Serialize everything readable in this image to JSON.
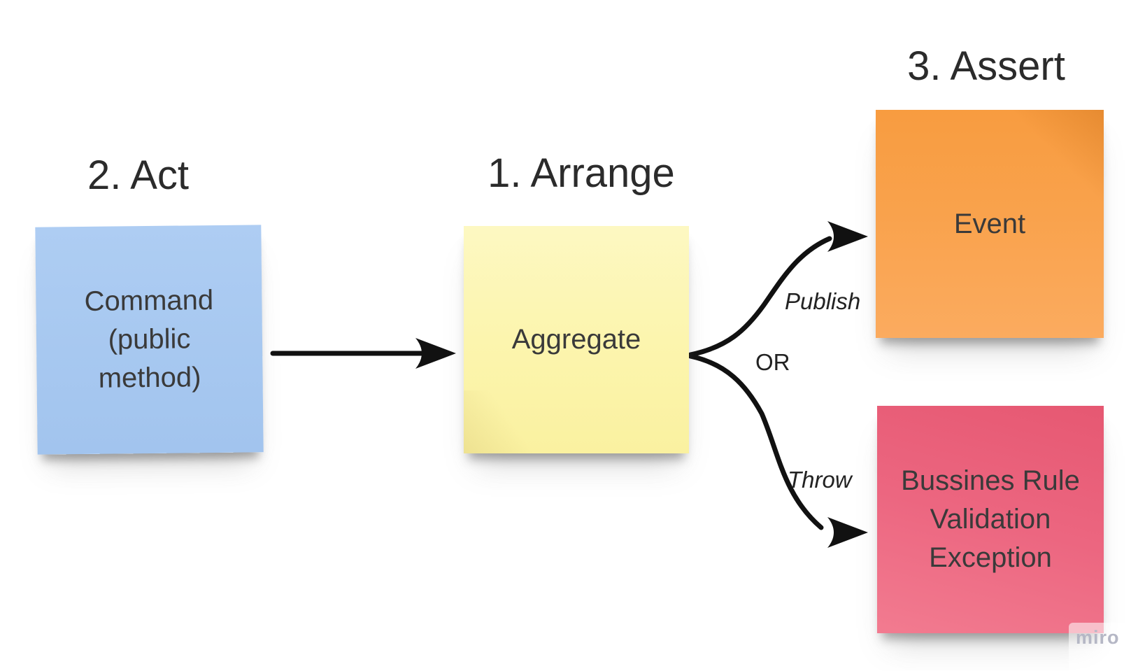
{
  "board": {
    "background_color": "#ffffff",
    "arrow_color": "#111111",
    "note_text_color": "#3a3a3a",
    "watermark_label": "miro"
  },
  "headings": {
    "arrange": "1. Arrange",
    "act": "2. Act",
    "assert": "3. Assert"
  },
  "notes": {
    "command": {
      "text": "Command (public method)",
      "color": "#a7c8f0"
    },
    "aggregate": {
      "text": "Aggregate",
      "color": "#fcf5ae"
    },
    "event": {
      "text": "Event",
      "color": "#f9a24c"
    },
    "exception": {
      "text": "Bussines Rule Validation Exception",
      "color": "#ec6680"
    }
  },
  "connectors": {
    "publish_label": "Publish",
    "or_label": "OR",
    "throw_label": "Throw"
  }
}
